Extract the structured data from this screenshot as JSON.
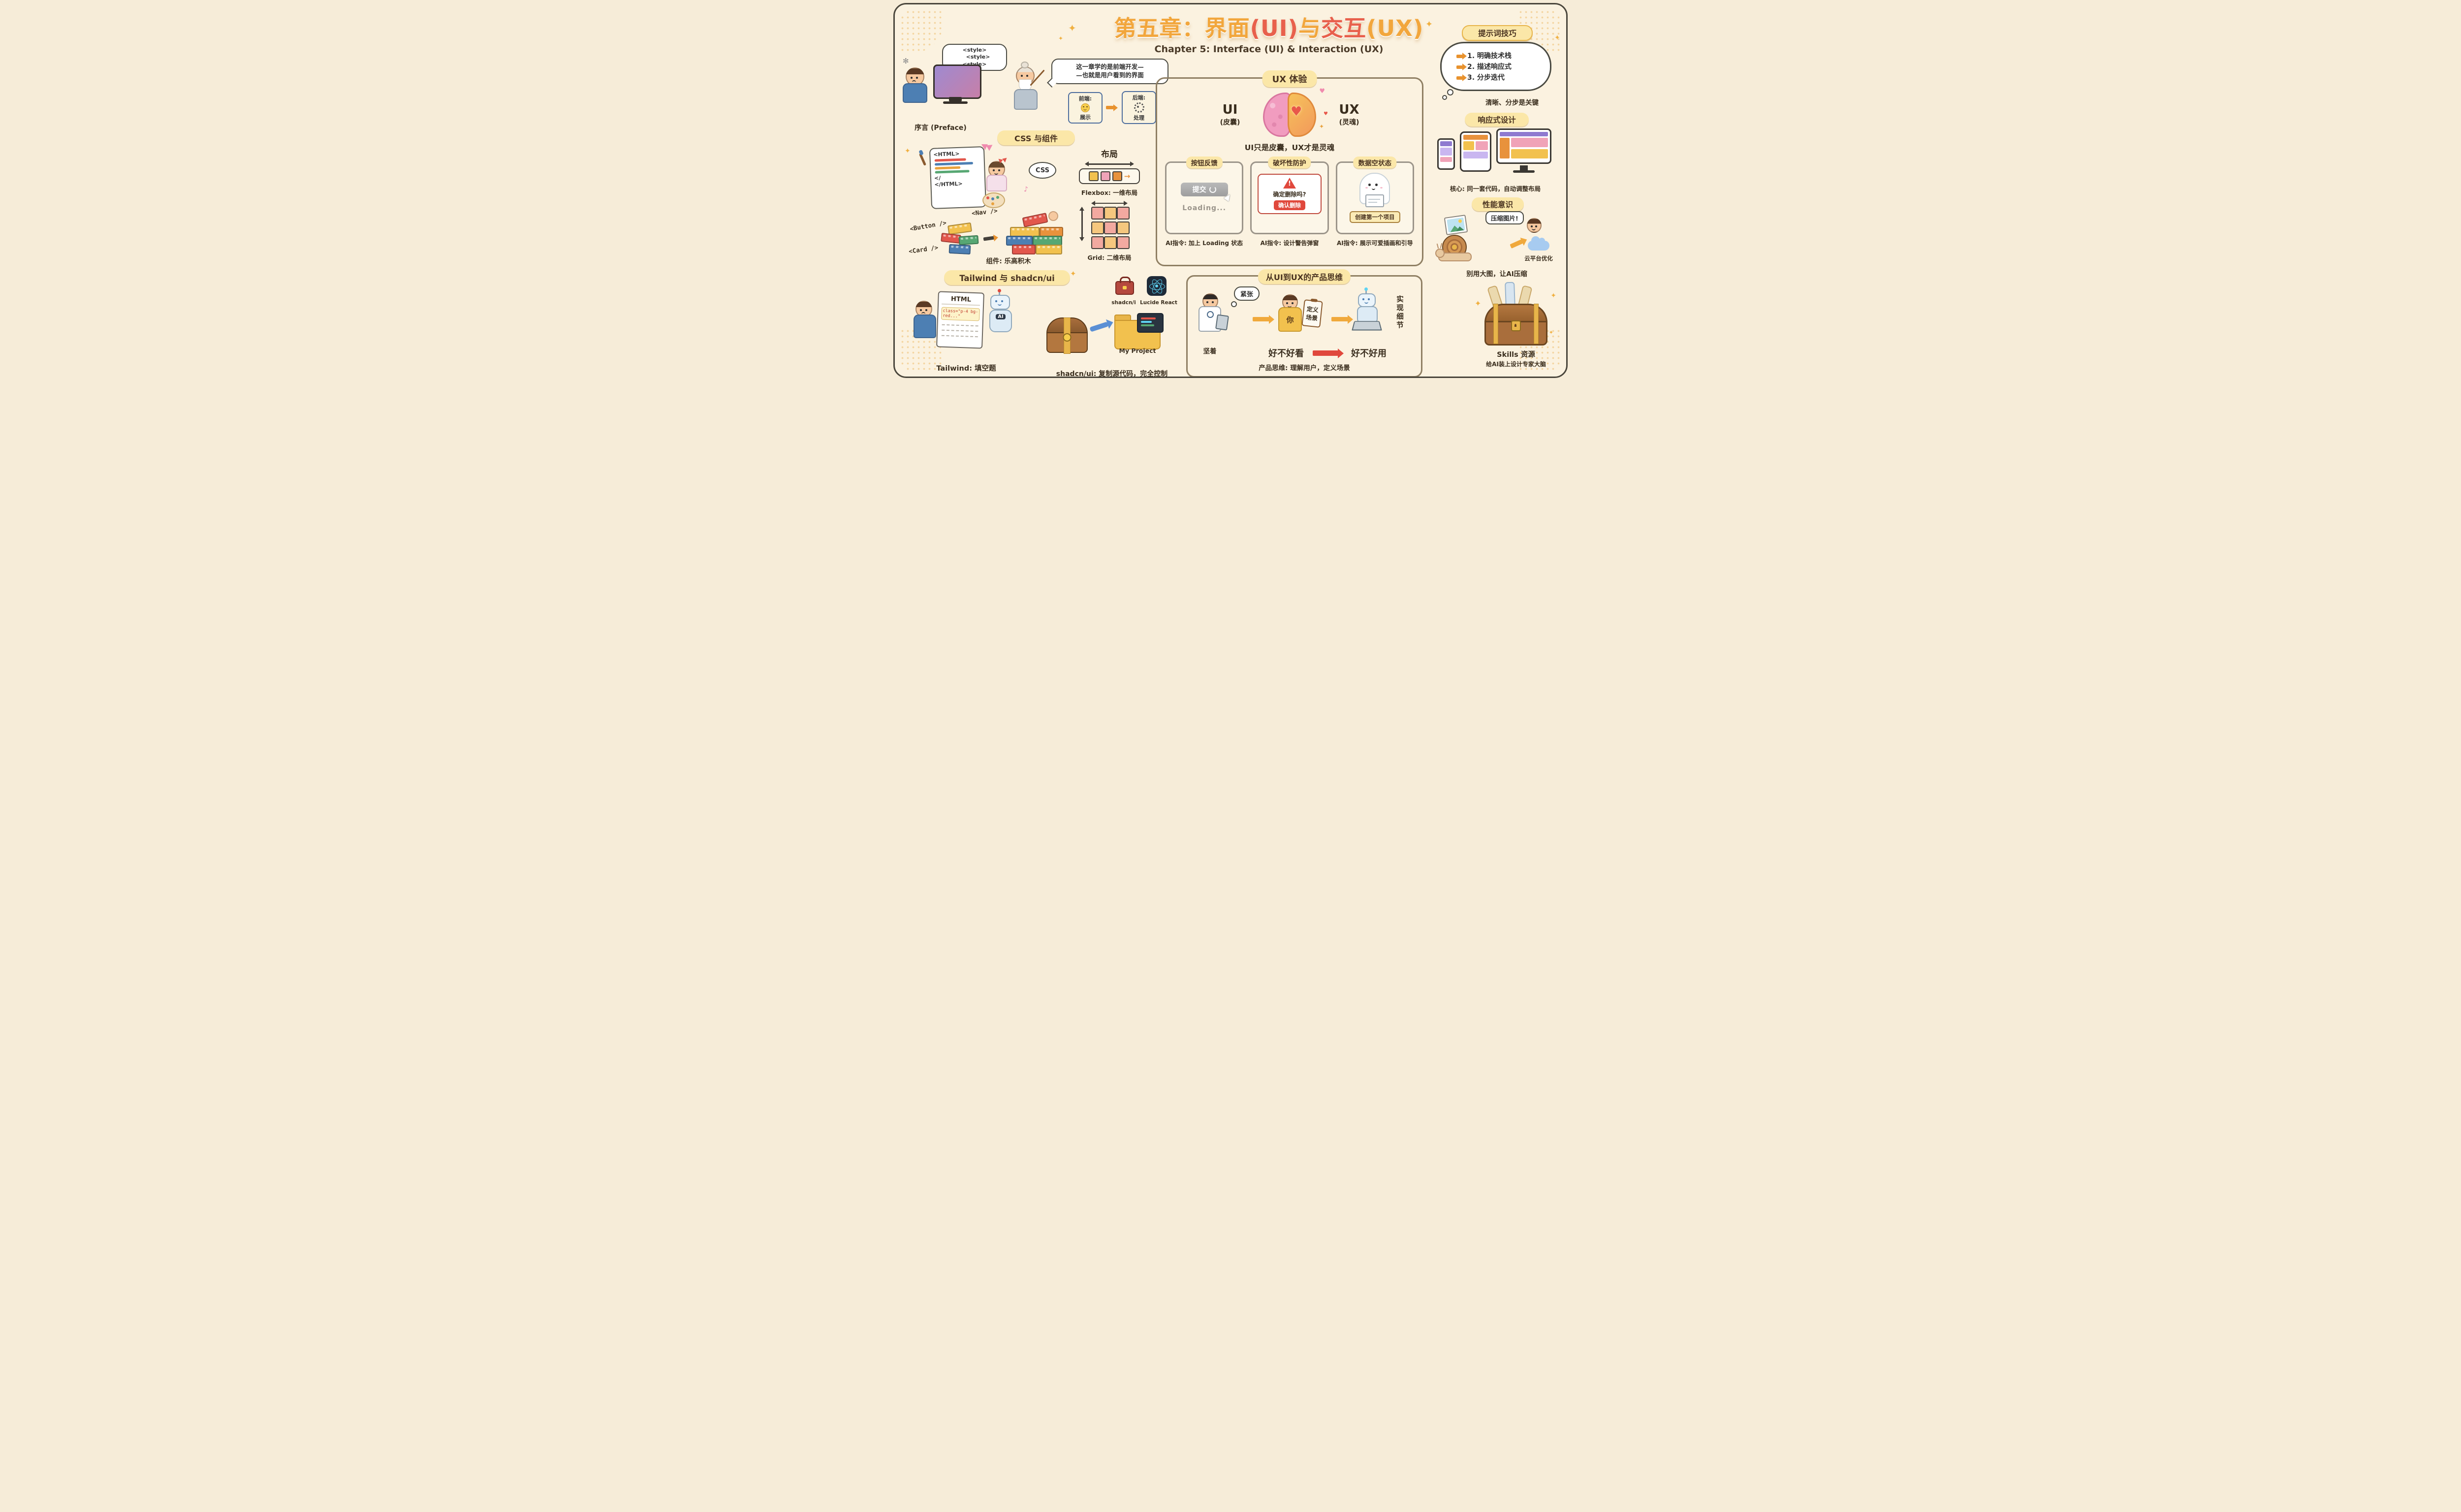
{
  "palette": {
    "background": "#FBF2E0",
    "border": "#4A463C",
    "badge": "#FBE7A8",
    "title_gold": "#F2A63C",
    "title_red": "#E8604C",
    "accent_orange": "#F0A93C",
    "danger_red": "#E0483C",
    "panel_border": "#8F7F63"
  },
  "title": {
    "parts": [
      {
        "text": "第五章："
      },
      {
        "text": "界面"
      },
      {
        "text": "(UI)"
      },
      {
        "text": "与"
      },
      {
        "text": "交互"
      },
      {
        "text": "(UX)"
      }
    ],
    "subtitle": "Chapter 5: Interface (UI) & Interaction (UX)"
  },
  "preface": {
    "thought_lines": [
      "<style>",
      "<style>",
      "<style>"
    ],
    "label": "序言 (Preface)"
  },
  "mentor": {
    "speech_line1": "这一章学的是前端开发—",
    "speech_line2": "—也就是用户看到的界面",
    "frontend_top": "前端:",
    "frontend_bottom": "展示",
    "backend_top": "后端:",
    "backend_bottom": "处理"
  },
  "css_section": {
    "heading": "CSS 与组件",
    "html_open": "<HTML>",
    "html_close1": "</",
    "html_close2": "</HTML>",
    "css_bubble": "CSS",
    "note": "♪"
  },
  "lego": {
    "nav_label": "<Nav />",
    "button_label": "<Button />",
    "card_label": "<Card />",
    "caption": "组件: 乐高积木"
  },
  "layout_section": {
    "heading": "布局",
    "flexbox_caption": "Flexbox: 一维布局",
    "grid_caption": "Grid: 二维布局"
  },
  "ux": {
    "heading": "UX 体验",
    "ui_label": "UI",
    "ui_sub": "(皮囊)",
    "ux_label": "UX",
    "ux_sub": "(灵魂)",
    "caption": "UI只是皮囊，UX才是灵魂",
    "cards": [
      {
        "title": "按钮反馈",
        "button": "提交",
        "loading": "Loading...",
        "caption": "AI指令: 加上 Loading 状态"
      },
      {
        "title": "破坏性防护",
        "question": "确定删除吗?",
        "button": "确认删除",
        "caption": "AI指令: 设计警告弹窗"
      },
      {
        "title": "数据空状态",
        "button": "创建第一个项目",
        "caption": "AI指令: 展示可爱插画和引导"
      }
    ]
  },
  "tailwind": {
    "heading": "Tailwind 与 shadcn/ui",
    "paper_title": "HTML",
    "paper_code": "class=\"p-4 bg-red...\"",
    "ai_badge": "AI",
    "caption": "Tailwind: 填空题"
  },
  "shadcn": {
    "toolbox_label": "shadcn/i",
    "lucide_label": "Lucide React",
    "folder_label": "My Project",
    "caption": "shadcn/ui: 复制源代码，完全控制"
  },
  "product": {
    "heading": "从UI到UX的产品思维",
    "thought": "紧张",
    "doctor_label": "坚着",
    "you_label": "你",
    "clipboard_line1": "定义",
    "clipboard_line2": "场景",
    "robot_label": "实现细节",
    "look": "好不好看",
    "use": "好不好用",
    "caption": "产品思维: 理解用户，定义场景"
  },
  "tips": {
    "heading": "提示词技巧",
    "items": [
      "1. 明确技术栈",
      "2. 描述响应式",
      "3. 分步迭代"
    ],
    "caption": "清晰、分步是关键"
  },
  "responsive": {
    "heading": "响应式设计",
    "caption": "核心: 同一套代码，自动调整布局"
  },
  "performance": {
    "heading": "性能意识",
    "bubble": "压缩图片!",
    "cloud_label": "云平台优化",
    "caption": "别用大图，让AI压缩"
  },
  "skills": {
    "title": "Skills 资源",
    "caption": "给AI装上设计专家大脑"
  }
}
